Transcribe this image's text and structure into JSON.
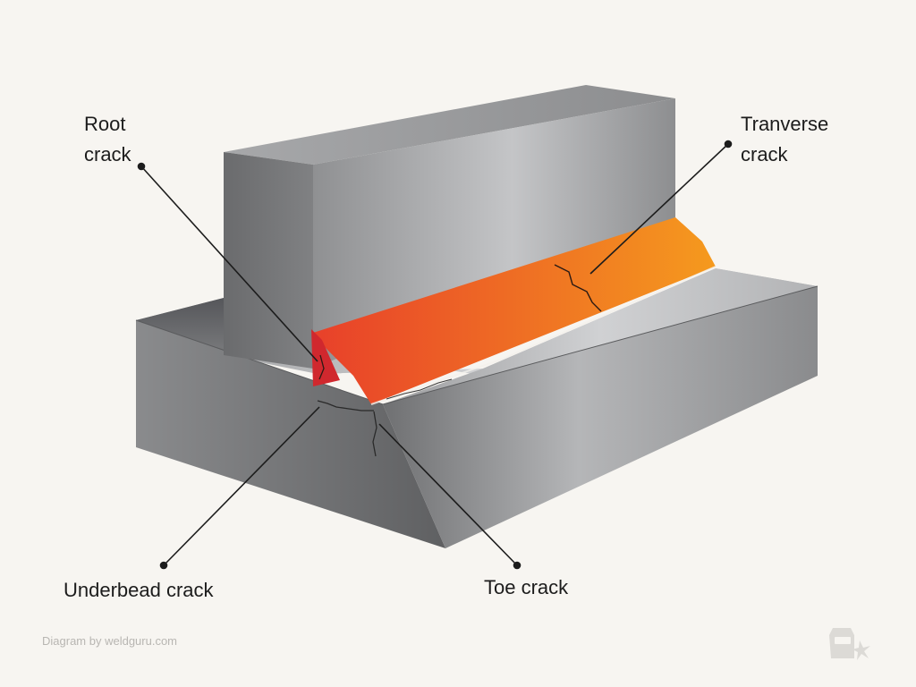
{
  "labels": {
    "root": [
      "Root",
      "crack"
    ],
    "transverse": [
      "Tranverse",
      "crack"
    ],
    "underbead": "Underbead crack",
    "toe": "Toe crack"
  },
  "credit": "Diagram by weldguru.com",
  "icons": {
    "logo": "welding-helmet-icon"
  },
  "colors": {
    "background": "#f7f5f1",
    "metal_dark": "#6e6f71",
    "metal_light": "#c2c3c5",
    "weld_start": "#e8402a",
    "weld_end": "#f59a1e",
    "root_face": "#d0282e",
    "leader": "#1c1c1c"
  }
}
